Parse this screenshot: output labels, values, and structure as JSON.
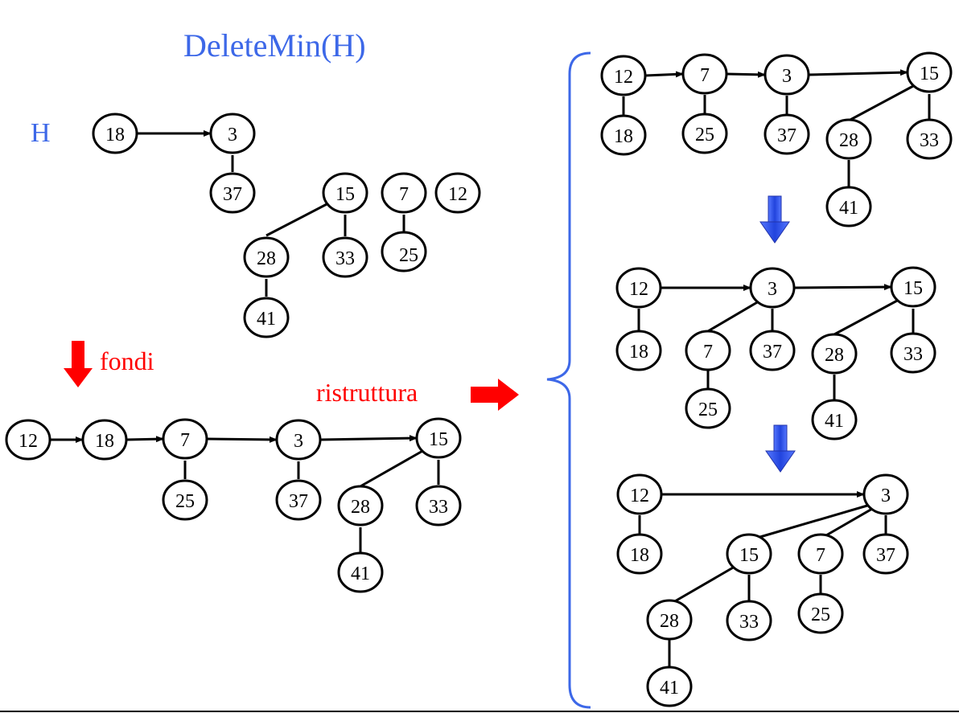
{
  "title": "DeleteMin(H)",
  "heap_label": "H",
  "merge_label": "fondi",
  "restructure_label": "ristruttura",
  "colors": {
    "title": "#3d68e8",
    "red_arrow": "#ff0000",
    "blue_arrow": "#3355dd",
    "brace": "#3d68e8"
  },
  "nodes": {
    "h_18": "18",
    "h_3": "3",
    "h_37": "37",
    "h_15": "15",
    "h_28": "28",
    "h_33": "33",
    "h_41": "41",
    "h_7": "7",
    "h_25": "25",
    "h_12": "12",
    "f_12": "12",
    "f_18": "18",
    "f_7": "7",
    "f_25": "25",
    "f_3": "3",
    "f_37": "37",
    "f_15": "15",
    "f_28": "28",
    "f_33": "33",
    "f_41": "41",
    "r1_12": "12",
    "r1_18": "18",
    "r1_7": "7",
    "r1_25": "25",
    "r1_3": "3",
    "r1_37": "37",
    "r1_15": "15",
    "r1_28": "28",
    "r1_33": "33",
    "r1_41": "41",
    "r2_12": "12",
    "r2_18": "18",
    "r2_3": "3",
    "r2_7": "7",
    "r2_37": "37",
    "r2_25": "25",
    "r2_15": "15",
    "r2_28": "28",
    "r2_33": "33",
    "r2_41": "41",
    "r3_12": "12",
    "r3_18": "18",
    "r3_3": "3",
    "r3_15": "15",
    "r3_7": "7",
    "r3_37": "37",
    "r3_28": "28",
    "r3_33": "33",
    "r3_25": "25",
    "r3_41": "41"
  }
}
